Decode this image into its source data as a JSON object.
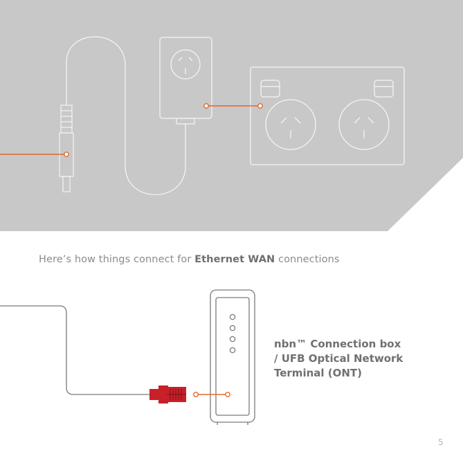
{
  "colors": {
    "background": "#ffffff",
    "panel": "#c8c8c8",
    "line_light": "#f4f4f4",
    "line_dark": "#7a7a7a",
    "accent": "#e0692a",
    "cable_red": "#c8202a"
  },
  "caption": {
    "before": "Here’s how things connect for ",
    "emphasis": "Ethernet WAN",
    "after": " connections"
  },
  "device_label": {
    "line1": "nbn™ Connection box",
    "line2": "/ UFB Optical Network",
    "line3": "Terminal (ONT)"
  },
  "page_number": "5"
}
